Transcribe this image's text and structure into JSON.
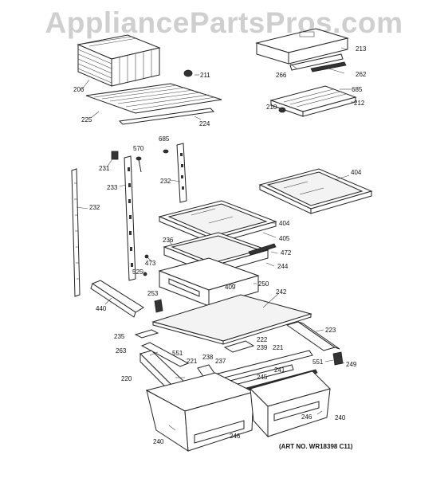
{
  "watermark": "AppliancePartsPros.com",
  "art_number": "(ART NO. WR18398 C11)",
  "callouts": {
    "c206": "206",
    "c225": "225",
    "c224": "224",
    "c211": "211",
    "c213": "213",
    "c262": "262",
    "c266": "266",
    "c685a": "685",
    "c212": "212",
    "c210": "210",
    "c570": "570",
    "c685b": "685",
    "c231": "231",
    "c233": "233",
    "c232a": "232",
    "c232b": "232",
    "c404a": "404",
    "c404b": "404",
    "c405": "405",
    "c236": "236",
    "c472": "472",
    "c473": "473",
    "c244": "244",
    "c525": "525",
    "c409": "409",
    "c250": "250",
    "c440": "440",
    "c253": "253",
    "c242": "242",
    "c235": "235",
    "c223": "223",
    "c222": "222",
    "c263": "263",
    "c551a": "551",
    "c239": "239",
    "c221a": "221",
    "c238": "238",
    "c237": "237",
    "c221b": "221",
    "c551b": "551",
    "c249": "249",
    "c220": "220",
    "c241": "241",
    "c245": "245",
    "c240a": "240",
    "c240b": "240",
    "c246a": "246",
    "c246b": "246"
  }
}
